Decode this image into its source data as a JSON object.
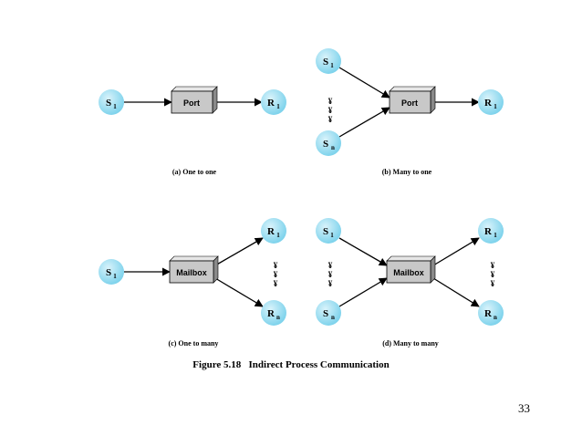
{
  "colors": {
    "node_fill": "#7fd3ec",
    "node_highlight": "#d9f3fb",
    "box_front": "#c8c8c8",
    "box_top": "#e6e6e6",
    "box_side": "#8a8a8a",
    "line": "#000000"
  },
  "symbols": {
    "sender": "S",
    "receiver": "R",
    "index_one": "1",
    "index_n": "n",
    "ellipsis": "¥"
  },
  "boxes": {
    "port": "Port",
    "mailbox": "Mailbox"
  },
  "panels": [
    {
      "id": "a",
      "caption": "(a) One to one"
    },
    {
      "id": "b",
      "caption": "(b) Many to one"
    },
    {
      "id": "c",
      "caption": "(c) One to many"
    },
    {
      "id": "d",
      "caption": "(d) Many to many"
    }
  ],
  "figure_title": "Figure 5.18   Indirect Process Communication",
  "page_number": "33"
}
